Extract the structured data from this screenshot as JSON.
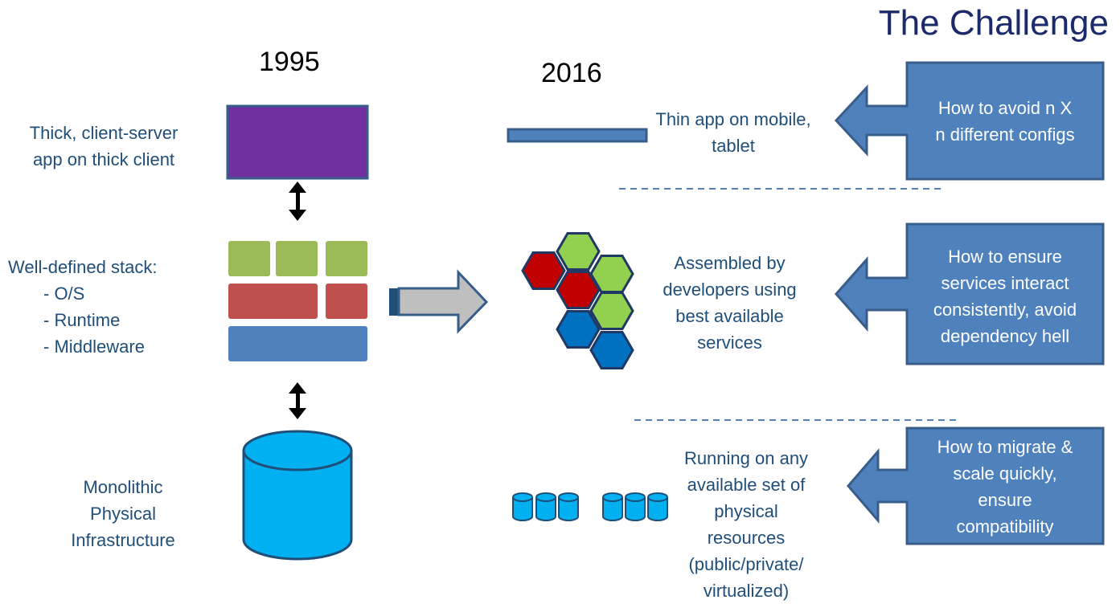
{
  "title": "The Challenge",
  "years": {
    "left": "1995",
    "right": "2016"
  },
  "left_labels": {
    "app": "Thick, client-server\napp on thick client",
    "stack_title": "Well-defined stack:",
    "stack_items": [
      "- O/S",
      "- Runtime",
      "- Middleware"
    ],
    "infra": "Monolithic\nPhysical\nInfrastructure"
  },
  "right_labels": {
    "app": "Thin app on mobile,\ntablet",
    "services": "Assembled by\ndevelopers using\nbest available\nservices",
    "infra": "Running on any\navailable set of\nphysical\nresources\n(public/private/\nvirtualized)"
  },
  "callouts": [
    {
      "text": "How to avoid n X\nn different configs"
    },
    {
      "text": "How to ensure\nservices interact\nconsistently, avoid\ndependency hell"
    },
    {
      "text": "How to migrate &\nscale quickly,\nensure\ncompatibility"
    }
  ],
  "colors": {
    "title": "#1b2a6b",
    "text": "#1f4e79",
    "purple": "#7030a0",
    "green": "#9bbb59",
    "red": "#c0504d",
    "blue": "#4f81bd",
    "cyan": "#00b0f0",
    "hex_red": "#c00000",
    "hex_green": "#92d050",
    "hex_blue": "#0070c0",
    "callout": "#4f81bd",
    "callout_border": "#385d8a",
    "arrow_gray": "#bfbfbf"
  },
  "icons": [
    "double-arrow-icon",
    "right-arrow-icon",
    "left-arrow-icon",
    "database-icon",
    "hexagon-cluster-icon",
    "mini-database-icon"
  ]
}
